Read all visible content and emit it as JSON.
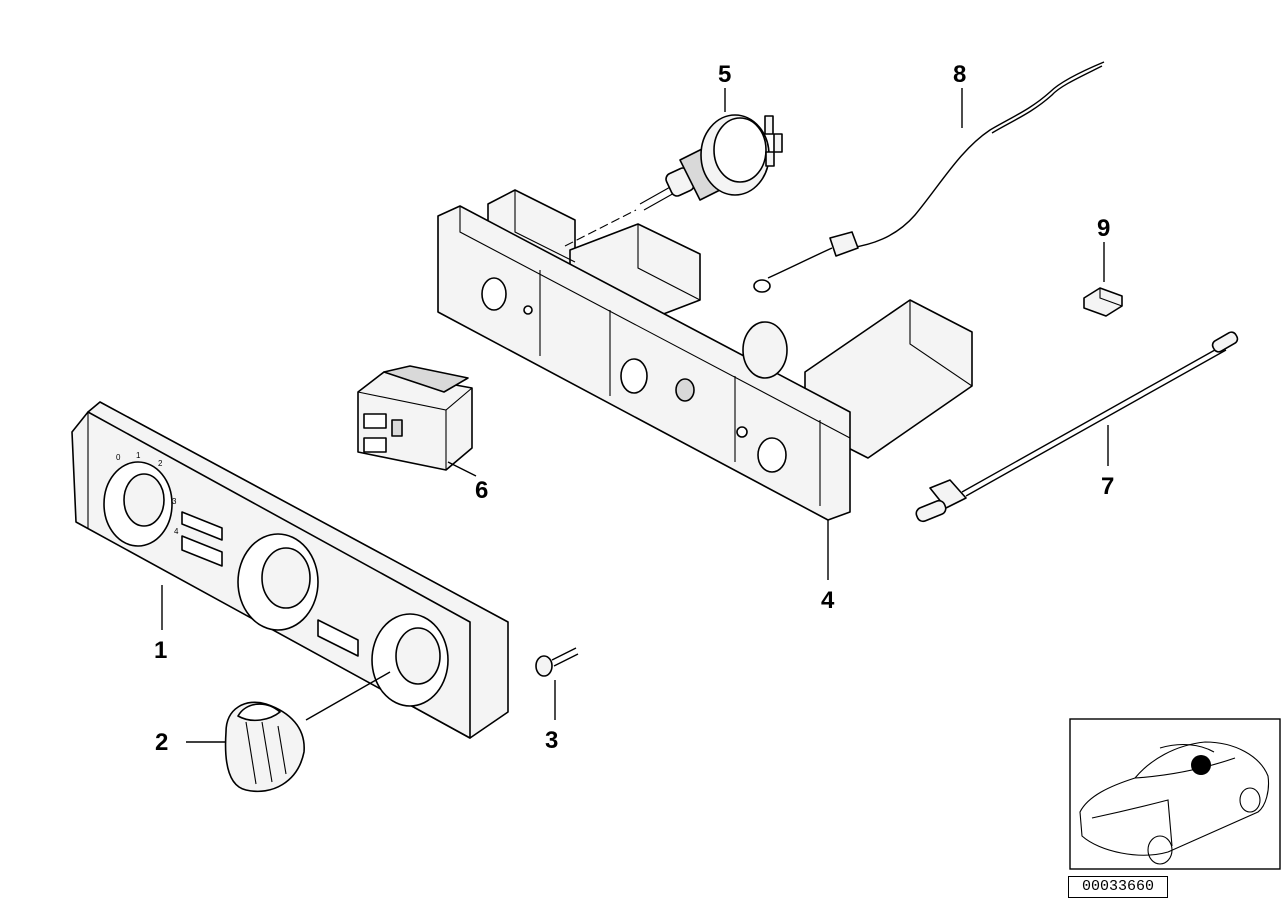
{
  "callouts": {
    "p1": "1",
    "p2": "2",
    "p3": "3",
    "p4": "4",
    "p5": "5",
    "p6": "6",
    "p7": "7",
    "p8": "8",
    "p9": "9"
  },
  "panel_markings": {
    "d0": "0",
    "d1": "1",
    "d2": "2",
    "d3": "3",
    "d4": "4"
  },
  "reference_number": "00033660"
}
